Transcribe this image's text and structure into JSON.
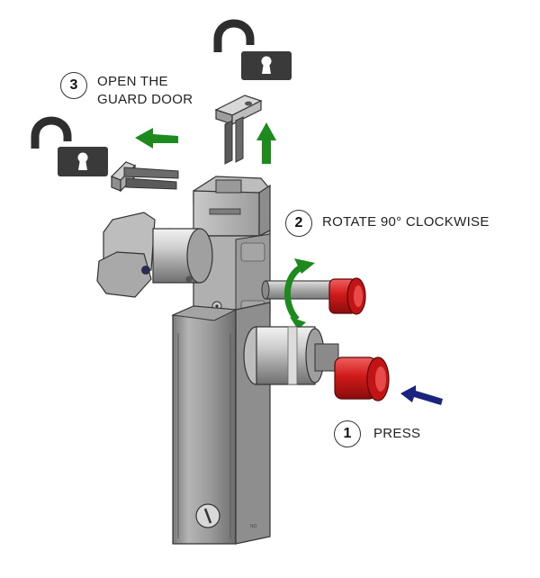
{
  "steps": [
    {
      "number": "1",
      "text": "PRESS"
    },
    {
      "number": "2",
      "text": "ROTATE 90° CLOCKWISE"
    },
    {
      "number": "3",
      "text_line1": "OPEN THE",
      "text_line2": "GUARD DOOR"
    }
  ],
  "colors": {
    "arrow_green": "#1d8a1d",
    "arrow_blue": "#1a237e",
    "button_red": "#d11a1a",
    "body_gray": "#b8b8b8",
    "lock_dark": "#3a3a3a"
  },
  "icons": [
    "unlocked-padlock-icon",
    "unlocked-padlock-icon"
  ]
}
